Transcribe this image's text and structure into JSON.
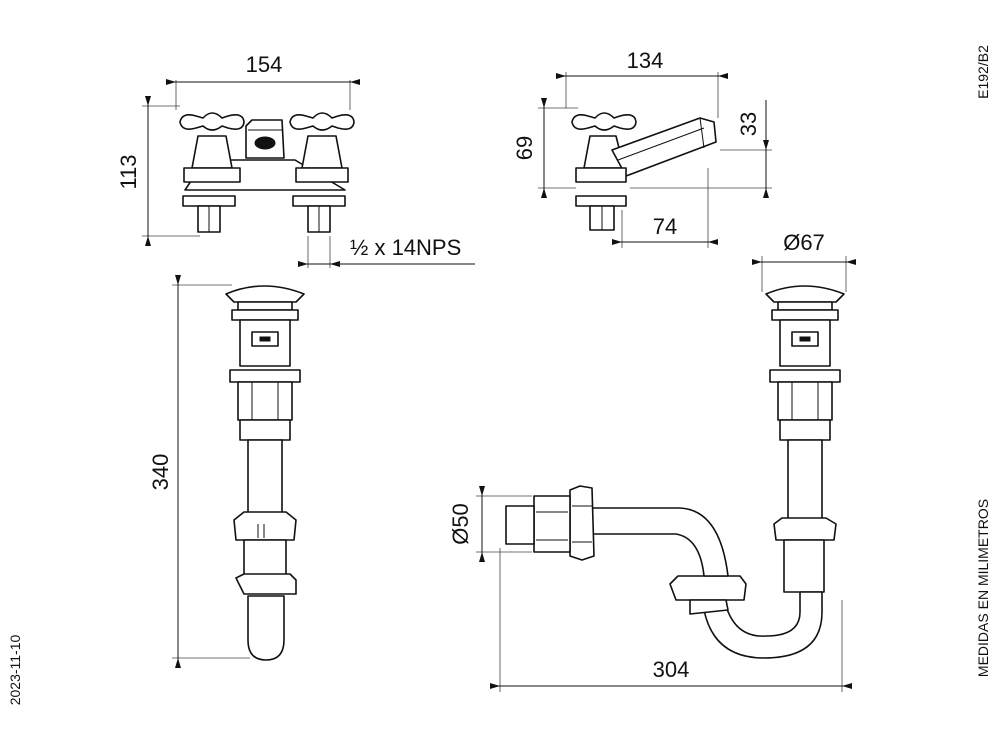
{
  "dimensions": {
    "basin_faucet_width": "154",
    "basin_faucet_height": "113",
    "inlet_thread": "½ x 14NPS",
    "single_tap_width": "134",
    "single_tap_height": "69",
    "spout_height": "33",
    "spout_reach": "74",
    "drain_diameter": "Ø67",
    "drain_height": "340",
    "trap_outlet_diameter": "Ø50",
    "trap_width": "304"
  },
  "labels": {
    "drawing_code": "E192/B2",
    "units_note": "MEDIDAS EN MILIMETROS",
    "date": "2023-11-10"
  }
}
